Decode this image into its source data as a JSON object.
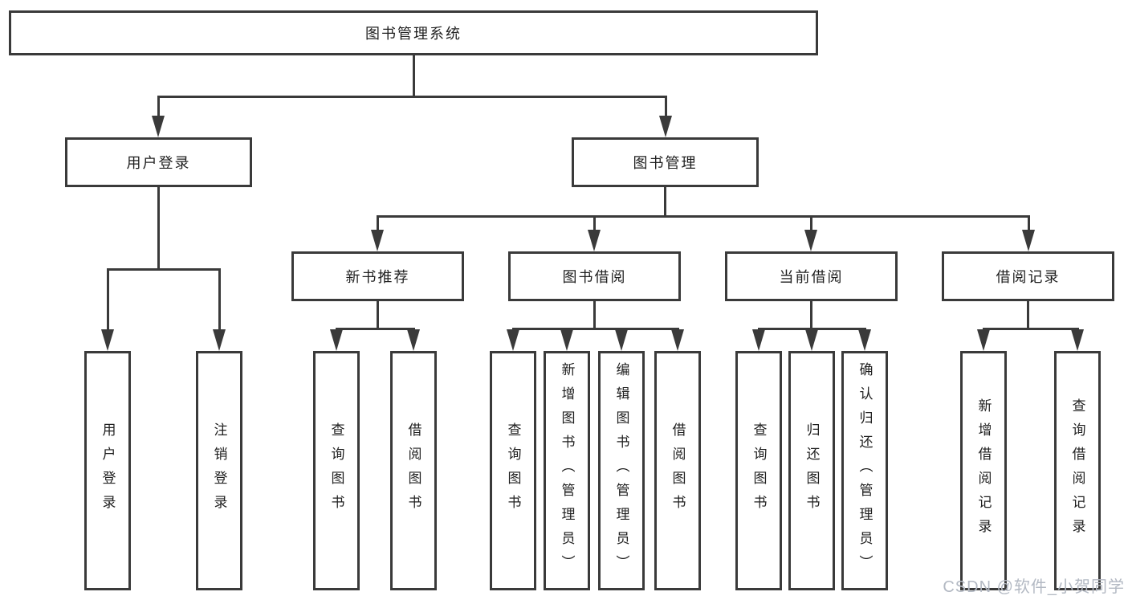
{
  "diagram": {
    "root": {
      "label": "图书管理系统"
    },
    "level2": [
      {
        "label": "用户登录"
      },
      {
        "label": "图书管理"
      }
    ],
    "level3": [
      {
        "label": "新书推荐"
      },
      {
        "label": "图书借阅"
      },
      {
        "label": "当前借阅"
      },
      {
        "label": "借阅记录"
      }
    ],
    "leaves": {
      "userLogin": [
        "用户登录",
        "注销登录"
      ],
      "newBook": [
        "查询图书",
        "借阅图书"
      ],
      "bookBorrow": [
        "查询图书",
        "新增图书（管理员）",
        "编辑图书（管理员）",
        "借阅图书"
      ],
      "currentBorrow": [
        "查询图书",
        "归还图书",
        "确认归还（管理员）"
      ],
      "borrowRecord": [
        "新增借阅记录",
        "查询借阅记录"
      ]
    }
  },
  "watermark": {
    "text": "CSDN @软件_小贺同学",
    "color": "#b3b9c3"
  },
  "colors": {
    "line": "#3a3a3a",
    "text": "#1f1f1f",
    "background": "#ffffff"
  }
}
